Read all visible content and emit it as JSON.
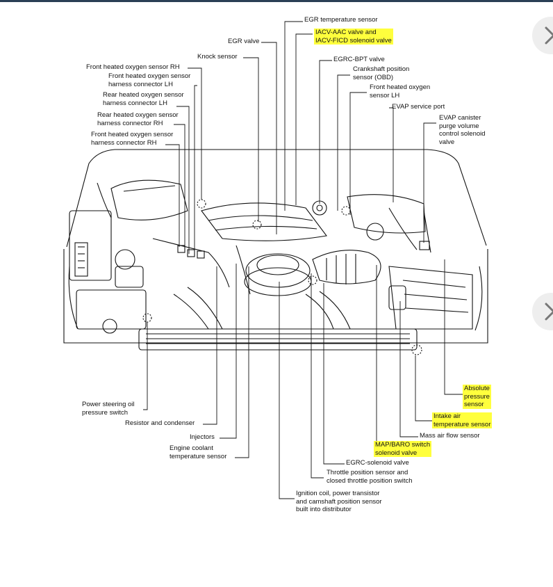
{
  "diagram": {
    "labels": {
      "egr_temp": "EGR temperature sensor",
      "egr_valve": "EGR valve",
      "iacv": "IACV-AAC valve and\nIACV-FICD solenoid valve",
      "knock": "Knock sensor",
      "fhos_rh": "Front heated oxygen sensor RH",
      "fhos_conn_lh": "Front heated oxygen sensor\nharness connector LH",
      "rhos_conn_lh": "Rear heated oxygen sensor\nharness connector LH",
      "rhos_conn_rh": "Rear heated oxygen sensor\nharness connector RH",
      "fhos_conn_rh": "Front heated oxygen sensor\nharness connector RH",
      "egrc_bpt": "EGRC-BPT valve",
      "crank": "Crankshaft position\nsensor (OBD)",
      "fhos_lh": "Front heated oxygen\nsensor LH",
      "evap_port": "EVAP service port",
      "evap_canister": "EVAP canister\npurge volume\ncontrol solenoid\nvalve",
      "absolute_pressure": "Absolute\npressure\nsensor",
      "intake_air_temp": "Intake air\ntemperature sensor",
      "maf": "Mass air flow sensor",
      "map_baro": "MAP/BARO switch\nsolenoid valve",
      "egrc_solenoid": "EGRC-solenoid valve",
      "throttle": "Throttle position sensor and\nclosed throttle position switch",
      "ignition": "Ignition coil, power transistor\nand camshaft position sensor\nbuilt into distributor",
      "engine_coolant": "Engine coolant\ntemperature sensor",
      "injectors": "Injectors",
      "resistor": "Resistor and condenser",
      "power_steering": "Power steering oil\npressure switch"
    }
  },
  "nav": {
    "next_icon": "chevron-right-icon"
  },
  "colors": {
    "highlight": "#ffff3d",
    "topbar": "#2a3f55",
    "nav_bg": "#eeeeee"
  }
}
